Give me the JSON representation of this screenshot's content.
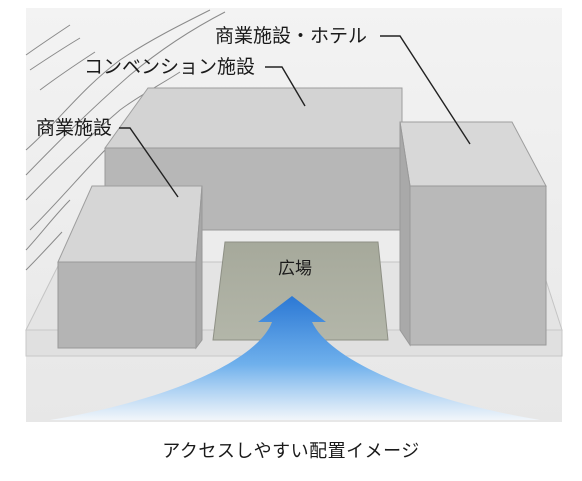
{
  "labels": {
    "commercial_hotel": "商業施設・ホテル",
    "convention": "コンベンション施設",
    "commercial": "商業施設",
    "plaza": "広場"
  },
  "caption": "アクセスしやすい配置イメージ",
  "colors": {
    "background": "#ececec",
    "block_front": "#b9b9b9",
    "block_top": "#d6d6d6",
    "plaza": "#a8ab9d",
    "arrow_top": "#2f7fd6",
    "arrow_bottom": "#e9f2fb"
  }
}
